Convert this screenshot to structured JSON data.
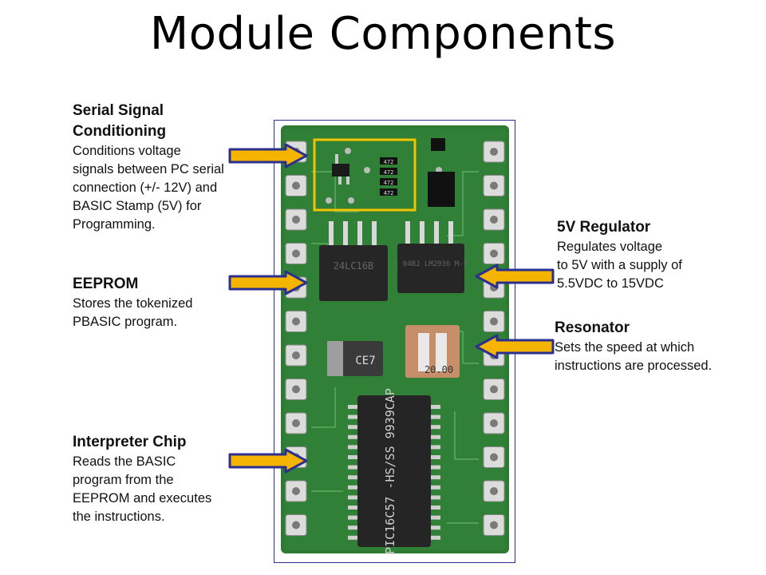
{
  "title": "Module Components",
  "components": [
    {
      "id": "serial",
      "heading": "Serial Signal Conditioning",
      "description": "Conditions voltage\nsignals between PC serial\nconnection (+/- 12V) and\nBASIC Stamp (5V) for\nProgramming."
    },
    {
      "id": "eeprom",
      "heading": "EEPROM",
      "description": "Stores the tokenized\nPBASIC program."
    },
    {
      "id": "interpreter",
      "heading": "Interpreter Chip",
      "description": "Reads the BASIC\nprogram from the\nEEPROM and executes\nthe instructions."
    },
    {
      "id": "regulator",
      "heading": "5V Regulator",
      "description": "Regulates voltage\nto 5V with a supply of\n5.5VDC to 15VDC"
    },
    {
      "id": "resonator",
      "heading": "Resonator",
      "description": "Sets the speed at which\ninstructions are processed."
    }
  ],
  "chip_markings": {
    "eeprom": "24LC16B",
    "regulator": "C 04BJ LM2936 M-5",
    "capacitor": "CE7",
    "resonator": "20.00",
    "interpreter": "PIC16C57 -HS/SS 9939CAP",
    "resistors": [
      "472",
      "472",
      "472",
      "472"
    ]
  },
  "colors": {
    "board": "#2e7a32",
    "arrow_fill": "#f4b400",
    "arrow_outline": "#2b2f8f",
    "highlight_box": "#f5c400"
  }
}
